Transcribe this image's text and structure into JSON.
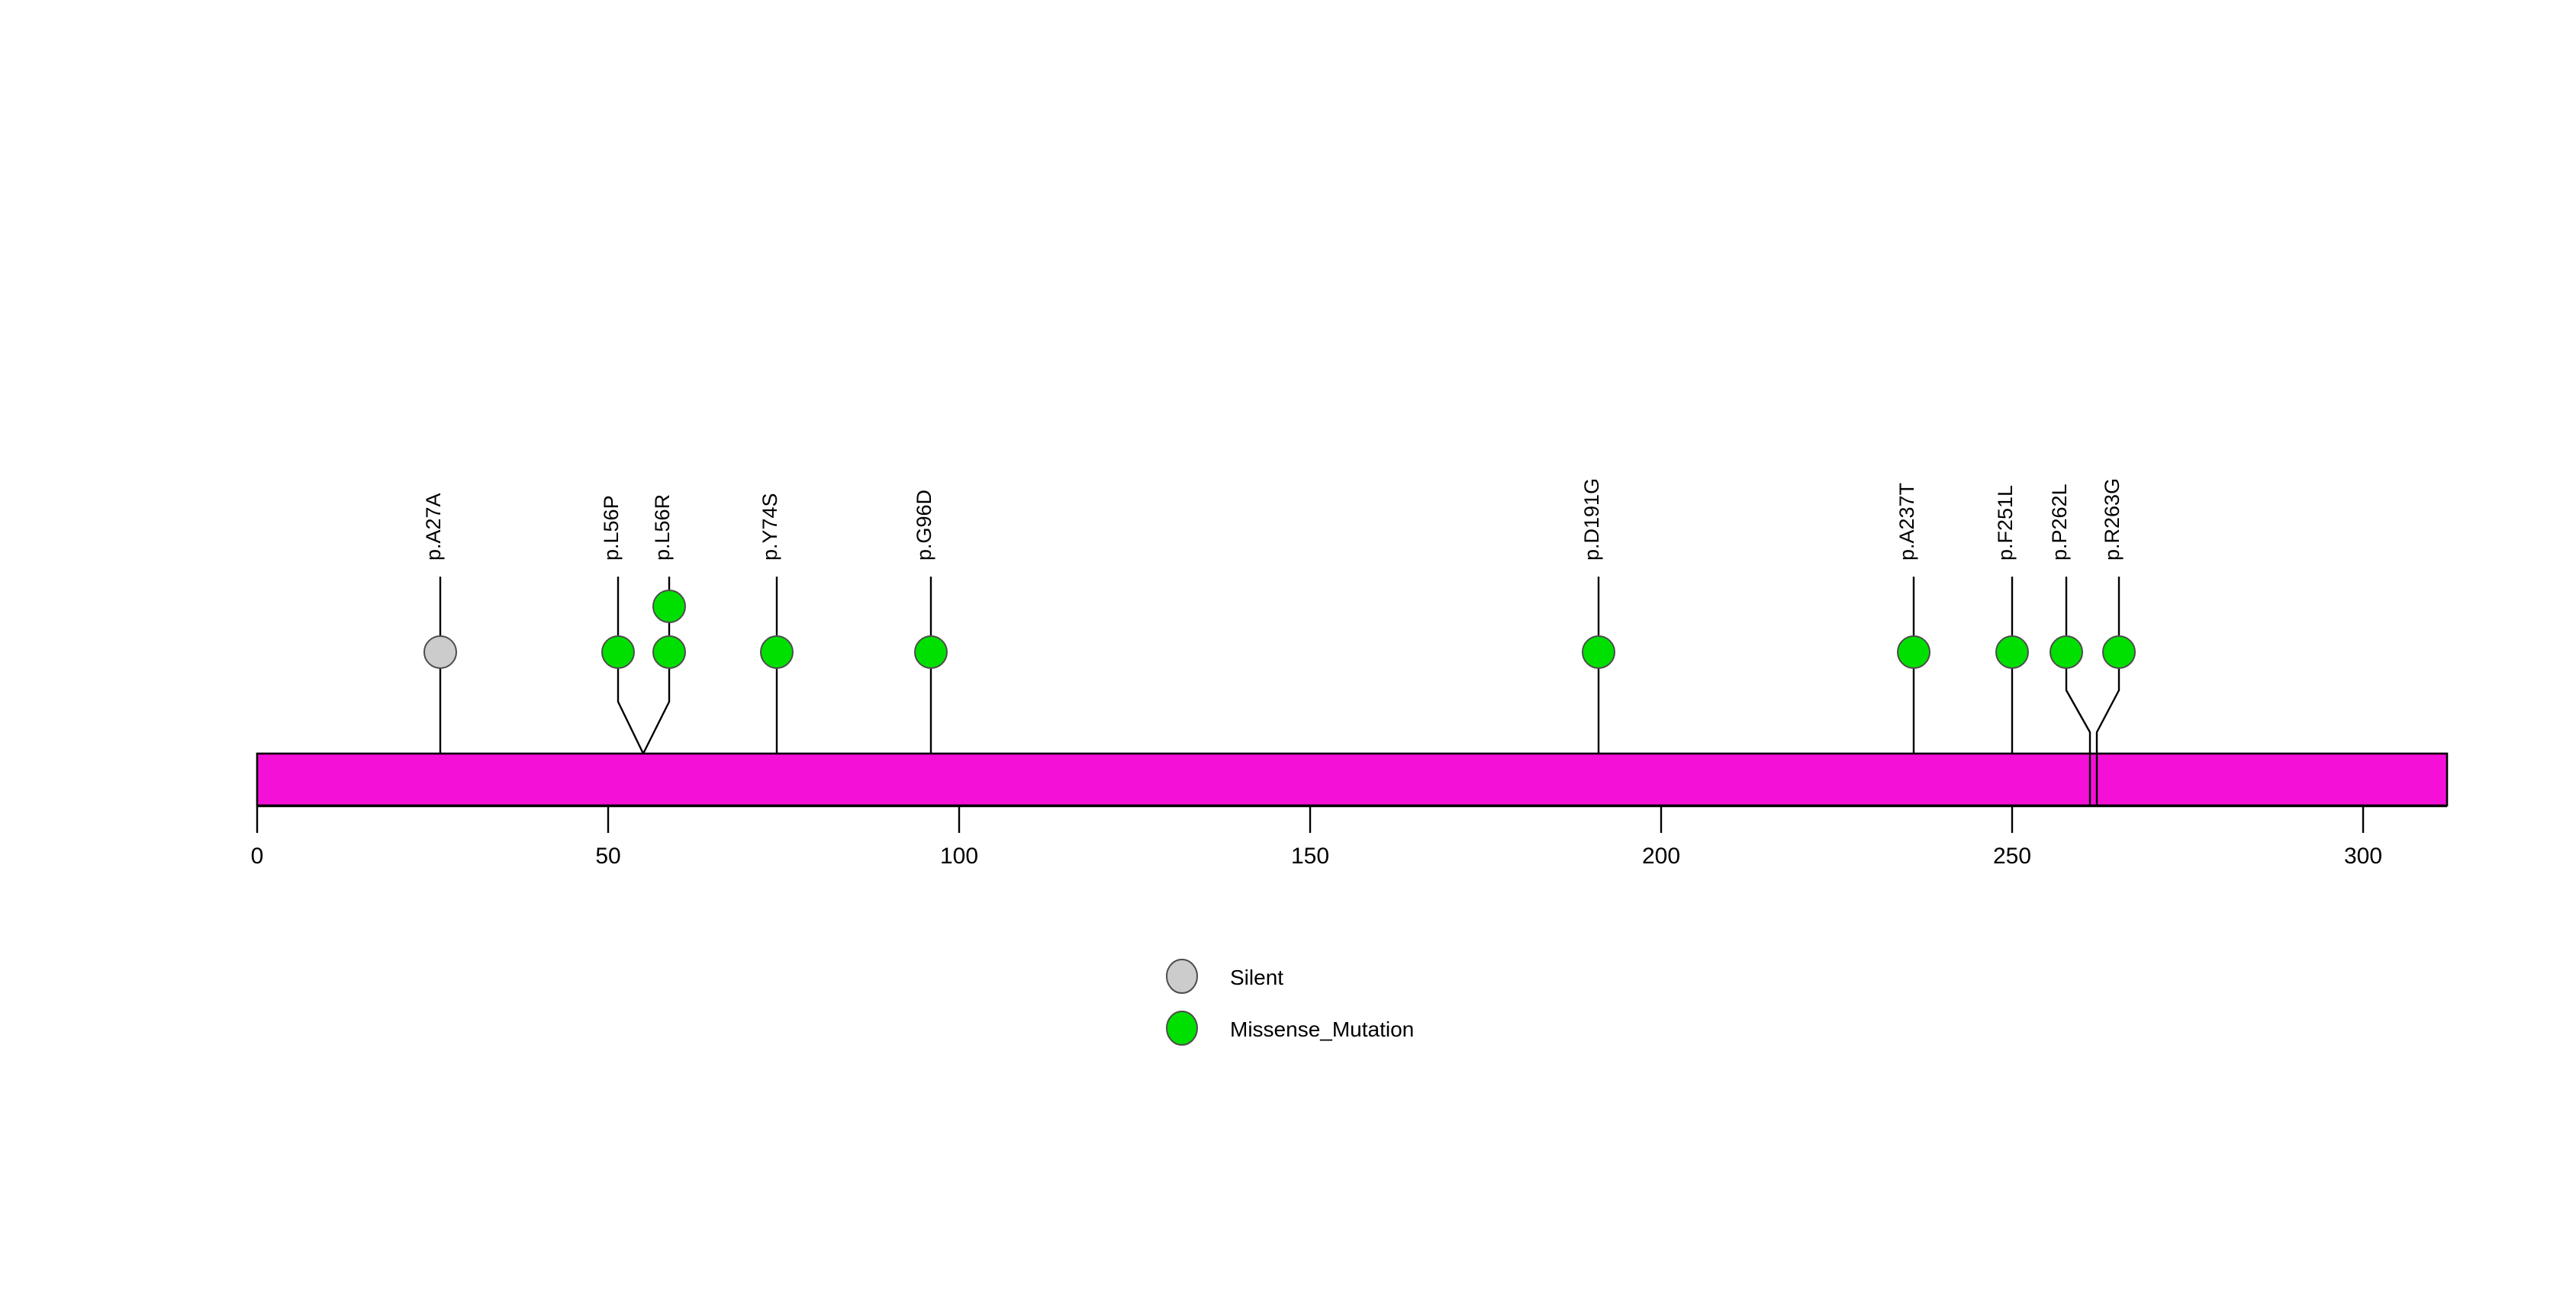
{
  "chart_data": {
    "type": "lollipop",
    "title": "",
    "xlabel": "",
    "ylabel": "",
    "xlim": [
      0,
      312
    ],
    "xticks": [
      0,
      50,
      100,
      150,
      200,
      250,
      300
    ],
    "xtick_labels": [
      "0",
      "50",
      "100",
      "150",
      "200",
      "250",
      "300"
    ],
    "grid": false,
    "protein_length": 312,
    "domain_track": {
      "name": "protein-backbone",
      "start": 0,
      "end": 312,
      "color": "#f510d8",
      "border_color": "#000000"
    },
    "mutations": [
      {
        "label": "p.A27A",
        "position": 27,
        "count": 1,
        "class": "Silent",
        "color": "#cccccc"
      },
      {
        "label": "p.L56P",
        "position": 54,
        "count": 1,
        "class": "Missense_Mutation",
        "color": "#00e000"
      },
      {
        "label": "p.L56R",
        "position": 58,
        "count": 2,
        "class": "Missense_Mutation",
        "color": "#00e000"
      },
      {
        "label": "p.Y74S",
        "position": 74,
        "count": 1,
        "class": "Missense_Mutation",
        "color": "#00e000"
      },
      {
        "label": "p.G96D",
        "position": 96,
        "count": 1,
        "class": "Missense_Mutation",
        "color": "#00e000"
      },
      {
        "label": "p.D191G",
        "position": 191,
        "count": 1,
        "class": "Missense_Mutation",
        "color": "#00e000"
      },
      {
        "label": "p.A237T",
        "position": 237,
        "count": 1,
        "class": "Missense_Mutation",
        "color": "#00e000"
      },
      {
        "label": "p.F251L",
        "position": 251,
        "count": 1,
        "class": "Missense_Mutation",
        "color": "#00e000"
      },
      {
        "label": "p.P262L",
        "position": 262,
        "count": 1,
        "class": "Missense_Mutation",
        "color": "#00e000"
      },
      {
        "label": "p.R263G",
        "position": 263,
        "count": 1,
        "class": "Missense_Mutation",
        "color": "#00e000"
      }
    ],
    "legend": {
      "position": "bottom-center",
      "entries": [
        {
          "label": "Silent",
          "color": "#cccccc"
        },
        {
          "label": "Missense_Mutation",
          "color": "#00e000"
        }
      ]
    }
  },
  "labels": {
    "mut_0": "p.A27A",
    "mut_1": "p.L56P",
    "mut_2": "p.L56R",
    "mut_3": "p.Y74S",
    "mut_4": "p.G96D",
    "mut_5": "p.D191G",
    "mut_6": "p.A237T",
    "mut_7": "p.F251L",
    "mut_8": "p.P262L",
    "mut_9": "p.R263G"
  },
  "axis": {
    "tick_0": "0",
    "tick_1": "50",
    "tick_2": "100",
    "tick_3": "150",
    "tick_4": "200",
    "tick_5": "250",
    "tick_6": "300"
  },
  "legend": {
    "entry_0": "Silent",
    "entry_1": "Missense_Mutation"
  },
  "colors": {
    "backbone": "#f510d8",
    "silent": "#cccccc",
    "missense": "#00e000",
    "stroke": "#000000"
  }
}
